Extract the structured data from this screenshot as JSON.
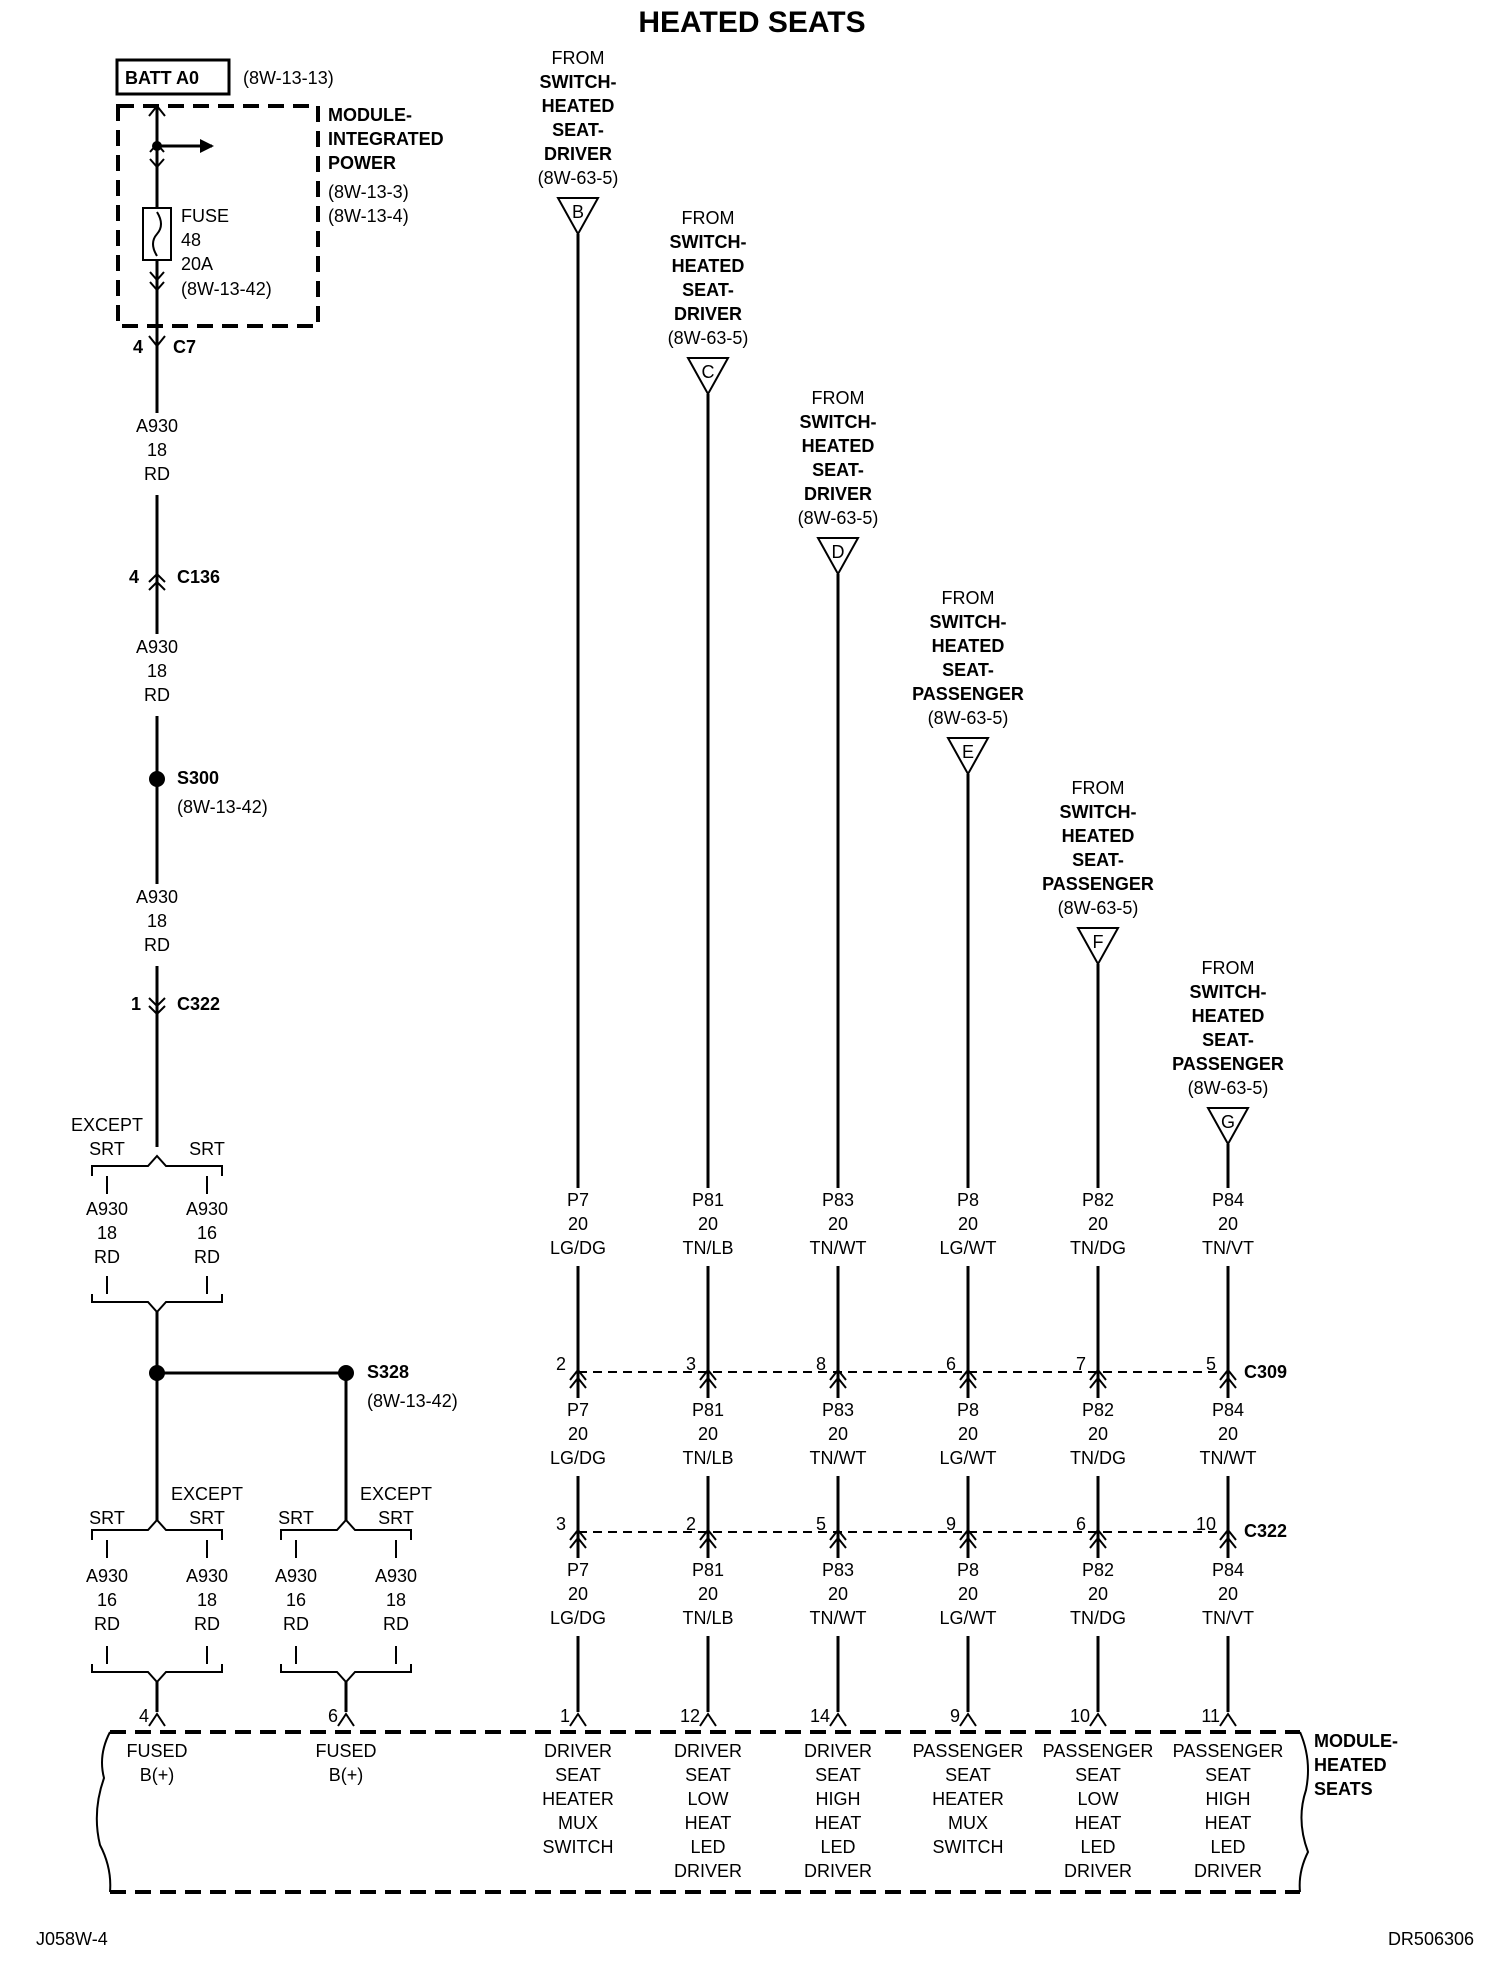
{
  "title": "HEATED SEATS",
  "batt": {
    "label": "BATT A0",
    "ref": "(8W-13-13)"
  },
  "module_power": {
    "title_lines": [
      "MODULE-",
      "INTEGRATED",
      "POWER"
    ],
    "refs": [
      "(8W-13-3)",
      "(8W-13-4)"
    ],
    "fuse_lines": [
      "FUSE",
      "48",
      "20A",
      "(8W-13-42)"
    ]
  },
  "main_wire": {
    "c7": {
      "pin": "4",
      "name": "C7"
    },
    "seg1": [
      "A930",
      "18",
      "RD"
    ],
    "c136": {
      "pin": "4",
      "name": "C136"
    },
    "seg2": [
      "A930",
      "18",
      "RD"
    ],
    "s300": {
      "name": "S300",
      "ref": "(8W-13-42)"
    },
    "seg3": [
      "A930",
      "18",
      "RD"
    ],
    "c322": {
      "pin": "1",
      "name": "C322"
    }
  },
  "option_top": {
    "left_label": [
      "EXCEPT",
      "SRT"
    ],
    "right_label": "SRT",
    "left_wire": [
      "A930",
      "18",
      "RD"
    ],
    "right_wire": [
      "A930",
      "16",
      "RD"
    ]
  },
  "s328": {
    "name": "S328",
    "ref": "(8W-13-42)"
  },
  "option_b1": {
    "left_label": "SRT",
    "right_label": [
      "EXCEPT",
      "SRT"
    ],
    "left_wire": [
      "A930",
      "16",
      "RD"
    ],
    "right_wire": [
      "A930",
      "18",
      "RD"
    ],
    "pin": "4",
    "func": [
      "FUSED",
      "B(+)"
    ]
  },
  "option_b2": {
    "left_label": "SRT",
    "right_label": [
      "EXCEPT",
      "SRT"
    ],
    "left_wire": [
      "A930",
      "16",
      "RD"
    ],
    "right_wire": [
      "A930",
      "18",
      "RD"
    ],
    "pin": "6",
    "func": [
      "FUSED",
      "B(+)"
    ]
  },
  "connectors": {
    "c309": "C309",
    "c322b": "C322"
  },
  "circuits": [
    {
      "from": [
        "FROM",
        "SWITCH-",
        "HEATED",
        "SEAT-",
        "DRIVER"
      ],
      "ref": "(8W-63-5)",
      "letter": "B",
      "wire_a": [
        "P7",
        "20",
        "LG/DG"
      ],
      "c309_pin": "2",
      "wire_b": [
        "P7",
        "20",
        "LG/DG"
      ],
      "c322_pin": "3",
      "wire_c": [
        "P7",
        "20",
        "LG/DG"
      ],
      "module_pin": "1",
      "func": [
        "DRIVER",
        "SEAT",
        "HEATER",
        "MUX",
        "SWITCH"
      ]
    },
    {
      "from": [
        "FROM",
        "SWITCH-",
        "HEATED",
        "SEAT-",
        "DRIVER"
      ],
      "ref": "(8W-63-5)",
      "letter": "C",
      "wire_a": [
        "P81",
        "20",
        "TN/LB"
      ],
      "c309_pin": "3",
      "wire_b": [
        "P81",
        "20",
        "TN/LB"
      ],
      "c322_pin": "2",
      "wire_c": [
        "P81",
        "20",
        "TN/LB"
      ],
      "module_pin": "12",
      "func": [
        "DRIVER",
        "SEAT",
        "LOW",
        "HEAT",
        "LED",
        "DRIVER"
      ]
    },
    {
      "from": [
        "FROM",
        "SWITCH-",
        "HEATED",
        "SEAT-",
        "DRIVER"
      ],
      "ref": "(8W-63-5)",
      "letter": "D",
      "wire_a": [
        "P83",
        "20",
        "TN/WT"
      ],
      "c309_pin": "8",
      "wire_b": [
        "P83",
        "20",
        "TN/WT"
      ],
      "c322_pin": "5",
      "wire_c": [
        "P83",
        "20",
        "TN/WT"
      ],
      "module_pin": "14",
      "func": [
        "DRIVER",
        "SEAT",
        "HIGH",
        "HEAT",
        "LED",
        "DRIVER"
      ]
    },
    {
      "from": [
        "FROM",
        "SWITCH-",
        "HEATED",
        "SEAT-",
        "PASSENGER"
      ],
      "ref": "(8W-63-5)",
      "letter": "E",
      "wire_a": [
        "P8",
        "20",
        "LG/WT"
      ],
      "c309_pin": "6",
      "wire_b": [
        "P8",
        "20",
        "LG/WT"
      ],
      "c322_pin": "9",
      "wire_c": [
        "P8",
        "20",
        "LG/WT"
      ],
      "module_pin": "9",
      "func": [
        "PASSENGER",
        "SEAT",
        "HEATER",
        "MUX",
        "SWITCH"
      ]
    },
    {
      "from": [
        "FROM",
        "SWITCH-",
        "HEATED",
        "SEAT-",
        "PASSENGER"
      ],
      "ref": "(8W-63-5)",
      "letter": "F",
      "wire_a": [
        "P82",
        "20",
        "TN/DG"
      ],
      "c309_pin": "7",
      "wire_b": [
        "P82",
        "20",
        "TN/DG"
      ],
      "c322_pin": "6",
      "wire_c": [
        "P82",
        "20",
        "TN/DG"
      ],
      "module_pin": "10",
      "func": [
        "PASSENGER",
        "SEAT",
        "LOW",
        "HEAT",
        "LED",
        "DRIVER"
      ]
    },
    {
      "from": [
        "FROM",
        "SWITCH-",
        "HEATED",
        "SEAT-",
        "PASSENGER"
      ],
      "ref": "(8W-63-5)",
      "letter": "G",
      "wire_a": [
        "P84",
        "20",
        "TN/VT"
      ],
      "c309_pin": "5",
      "wire_b": [
        "P84",
        "20",
        "TN/WT"
      ],
      "c322_pin": "10",
      "wire_c": [
        "P84",
        "20",
        "TN/VT"
      ],
      "module_pin": "11",
      "func": [
        "PASSENGER",
        "SEAT",
        "HIGH",
        "HEAT",
        "LED",
        "DRIVER"
      ]
    }
  ],
  "module": {
    "title_lines": [
      "MODULE-",
      "HEATED",
      "SEATS"
    ]
  },
  "footer": {
    "left": "J058W-4",
    "right": "DR506306"
  }
}
